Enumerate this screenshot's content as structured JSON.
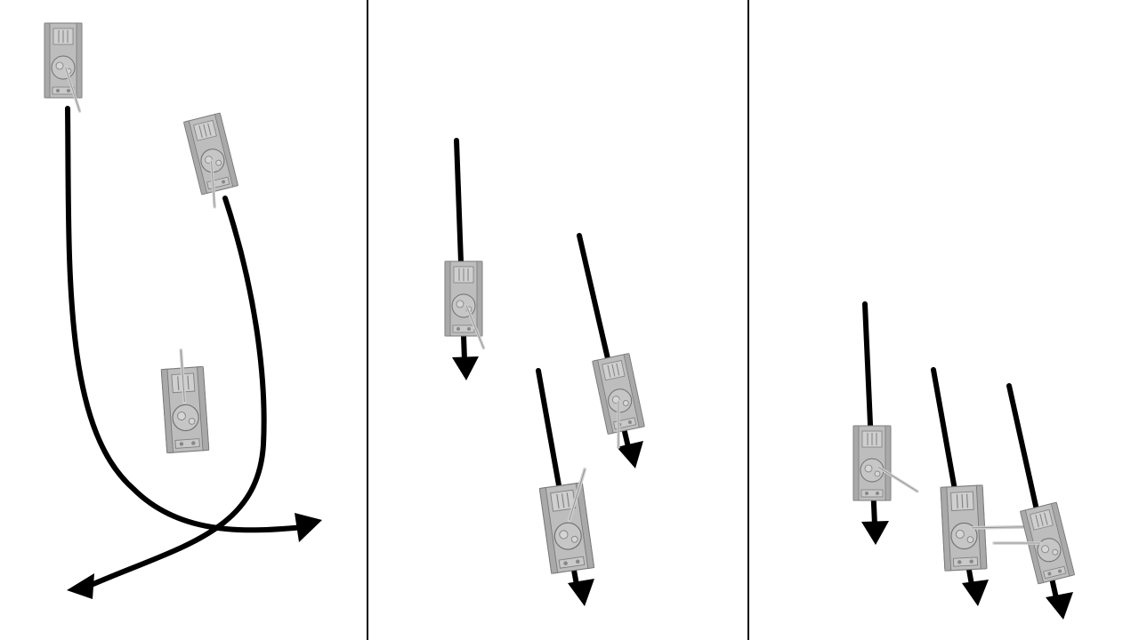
{
  "diagram": {
    "background": "#ffffff",
    "divider_color": "#000000",
    "arrow_color": "#000000",
    "tank_hull_color": "#b9b9b9",
    "tank_detail_color": "#6f6f6f",
    "panels": [
      {
        "name": "panel-1",
        "tank_icons": [
          "tank-icon",
          "tank-icon",
          "tank-icon"
        ],
        "arrow_count": 2
      },
      {
        "name": "panel-2",
        "tank_icons": [
          "tank-icon",
          "tank-icon",
          "tank-icon"
        ],
        "arrow_count": 3
      },
      {
        "name": "panel-3",
        "tank_icons": [
          "tank-icon",
          "tank-icon",
          "tank-icon"
        ],
        "arrow_count": 3
      }
    ]
  }
}
